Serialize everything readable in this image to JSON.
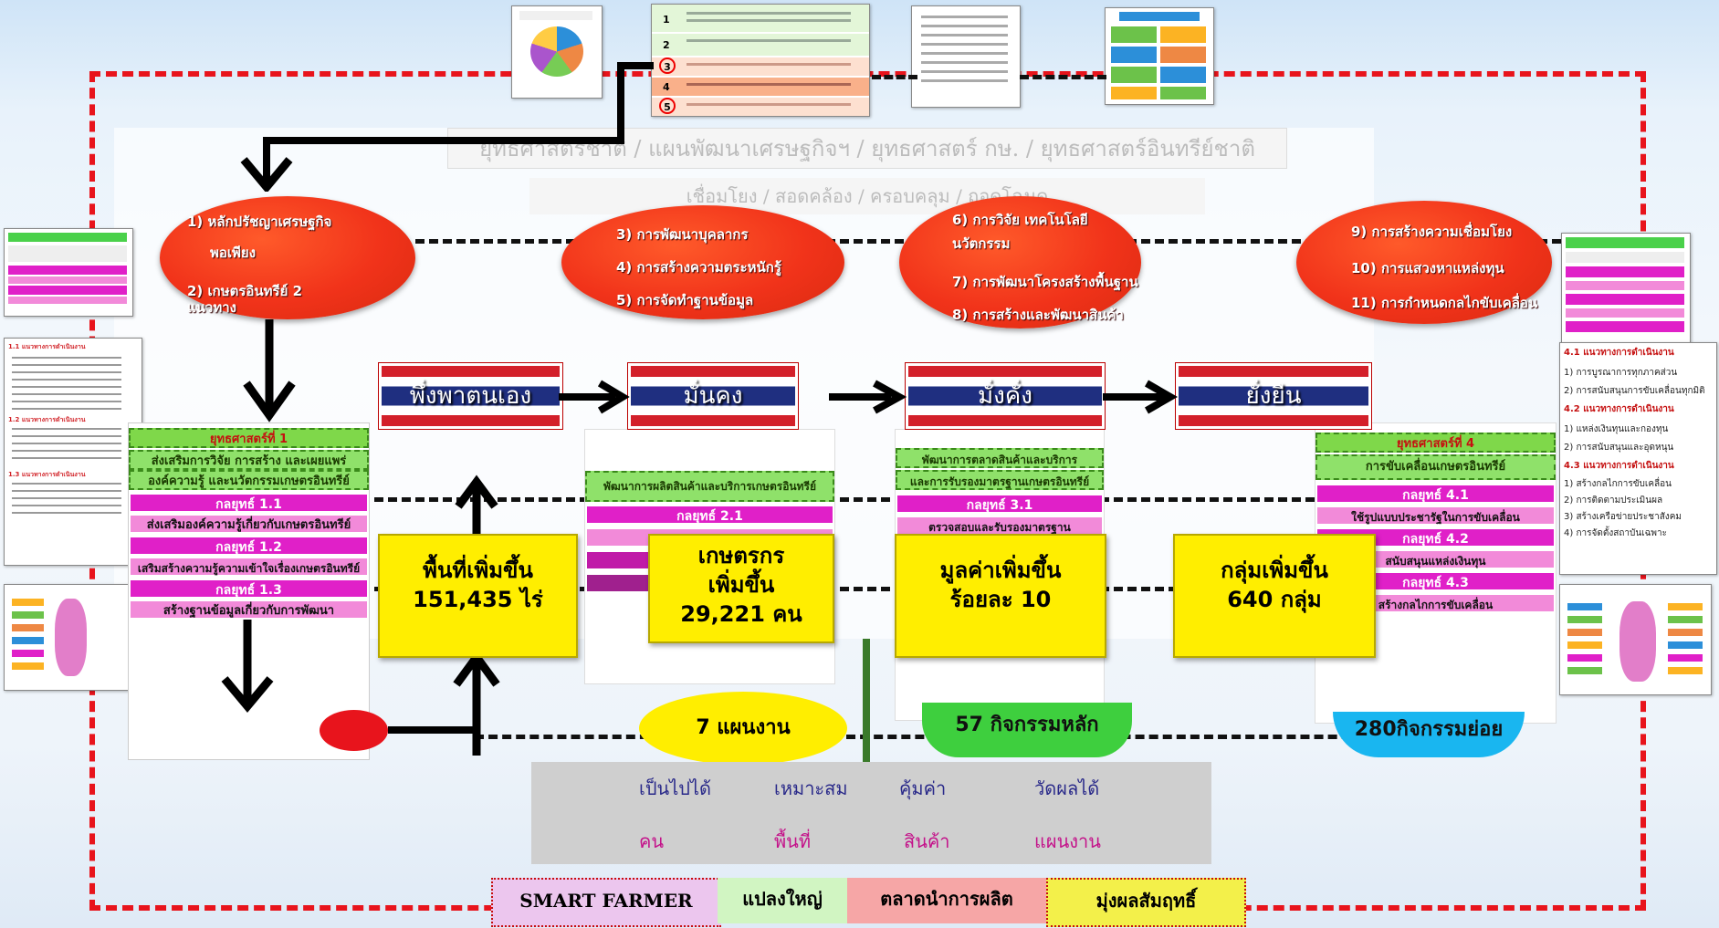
{
  "ovals": {
    "o1": {
      "l1": "1)  หลักปรัชญาเศรษฐกิจ",
      "l2": "พอเพียง",
      "l3": "2)  เกษตรอินทรีย์ 2",
      "l4": "แนวทาง"
    },
    "o2": {
      "l1": "3)  การพัฒนาบุคลากร",
      "l2": "4)  การสร้างความตระหนักรู้",
      "l3": "5)  การจัดทำฐานข้อมูล"
    },
    "o3": {
      "l1": "6)  การวิจัย เทคโนโลยี",
      "l2": "นวัตกรรม",
      "l3": "7)  การพัฒนาโครงสร้างพื้นฐาน",
      "l4": "8)  การสร้างและพัฒนาสินค้า"
    },
    "o4": {
      "l1": "9)  การสร้างความเชื่อมโยง",
      "l2": "10)  การแสวงหาแหล่งทุน",
      "l3": "11)  การกำหนดกลไกขับเคลื่อน"
    }
  },
  "header_faint": {
    "line1": "ยุทธศาสตร์ชาติ / แผนพัฒนาเศรษฐกิจฯ / ยุทธศาสตร์ กษ. / ยุทธศาสตร์อินทรีย์ชาติ",
    "line2": "เชื่อมโยง / สอดคล้อง / ครอบคลุม / ถอดโฉนด"
  },
  "flags": [
    "พึ่งพาตนเอง",
    "มั่นคง",
    "มั่งคั่ง",
    "ยั่งยืน"
  ],
  "targets": [
    {
      "l1": "พื้นที่เพิ่มขึ้น",
      "l2": "151,435 ไร่"
    },
    {
      "l1": "เกษตรกร",
      "l2": "เพิ่มขึ้น",
      "l3": "29,221 คน"
    },
    {
      "l1": "มูลค่าเพิ่มขึ้น",
      "l2": "ร้อยละ 10"
    },
    {
      "l1": "กลุ่มเพิ่มขึ้น",
      "l2": "640 กลุ่ม"
    }
  ],
  "strategy1": {
    "head": "ยุทธศาสตร์ที่ 1",
    "desc1": "ส่งเสริมการวิจัย การสร้าง และเผยแพร่",
    "desc2": "องค์ความรู้ และนวัตกรรมเกษตรอินทรีย์",
    "s11": "กลยุทธ์ 1.1",
    "s11d": "ส่งเสริมองค์ความรู้เกี่ยวกับเกษตรอินทรีย์",
    "s12": "กลยุทธ์ 1.2",
    "s12d": "เสริมสร้างความรู้ความเข้าใจเรื่องเกษตรอินทรีย์",
    "s13": "กลยุทธ์ 1.3",
    "s13d": "สร้างฐานข้อมูลเกี่ยวกับการพัฒนา"
  },
  "strategy3": {
    "d1": "พัฒนาการตลาดสินค้าและบริการ",
    "d2": "และการรับรองมาตรฐานเกษตรอินทรีย์",
    "s31": "กลยุทธ์ 3.1",
    "s31d": "ตรวจสอบและรับรองมาตรฐาน"
  },
  "strategy2": {
    "d1": "พัฒนาการผลิตสินค้าและบริการเกษตรอินทรีย์",
    "s21": "กลยุทธ์ 2.1"
  },
  "strategy4": {
    "head": "ยุทธศาสตร์ที่ 4",
    "desc": "การขับเคลื่อนเกษตรอินทรีย์",
    "s41": "กลยุทธ์ 4.1",
    "s41d": "ใช้รูปแบบประชารัฐในการขับเคลื่อน",
    "s42": "กลยุทธ์ 4.2",
    "s42d": "สนับสนุนแหล่งเงินทุน",
    "s43": "กลยุทธ์ 4.3",
    "s43d": "สร้างกลไกการขับเคลื่อน"
  },
  "counts": {
    "plans": "7 แผนงาน",
    "main": "57 กิจกรรมหลัก",
    "sub": "280กิจกรรมย่อย"
  },
  "criteria": {
    "row1": [
      "เป็นไปได้",
      "เหมาะสม",
      "คุ้มค่า",
      "วัดผลได้"
    ],
    "row2": [
      "คน",
      "พื้นที่",
      "สินค้า",
      "แผนงาน"
    ]
  },
  "bottom_tags": [
    "SMART FARMER",
    "แปลงใหญ่",
    "ตลาดนำการผลิต",
    "มุ่งผลสัมฤทธิ์"
  ],
  "right_panel": {
    "t1": "4.1 แนวทางการดำเนินงาน",
    "i1": "1) การบูรณาการทุกภาคส่วน",
    "i2": "2) การสนับสนุนการขับเคลื่อนทุกมิติ",
    "t2": "4.2 แนวทางการดำเนินงาน",
    "i3": "1) แหล่งเงินทุนและกองทุน",
    "i4": "2) การสนับสนุนและอุดหนุน",
    "t3": "4.3 แนวทางการดำเนินงาน",
    "i5": "1) สร้างกลไกการขับเคลื่อน",
    "i6": "2) การติดตามประเมินผล",
    "i7": "3) สร้างเครือข่ายประชาสังคม",
    "i8": "4) การจัดตั้งสถาบันเฉพาะ"
  },
  "left_panel": {
    "t1": "1.1 แนวทางการดำเนินงาน",
    "t2": "1.2 แนวทางการดำเนินงาน",
    "t3": "1.3 แนวทางการดำเนินงาน"
  },
  "top_numbers": [
    "1",
    "2",
    "3",
    "4",
    "5"
  ],
  "colors": {
    "red": "#e8141c",
    "yellow": "#ffee00",
    "magenta": "#e020c8",
    "green": "#7fd84a"
  }
}
